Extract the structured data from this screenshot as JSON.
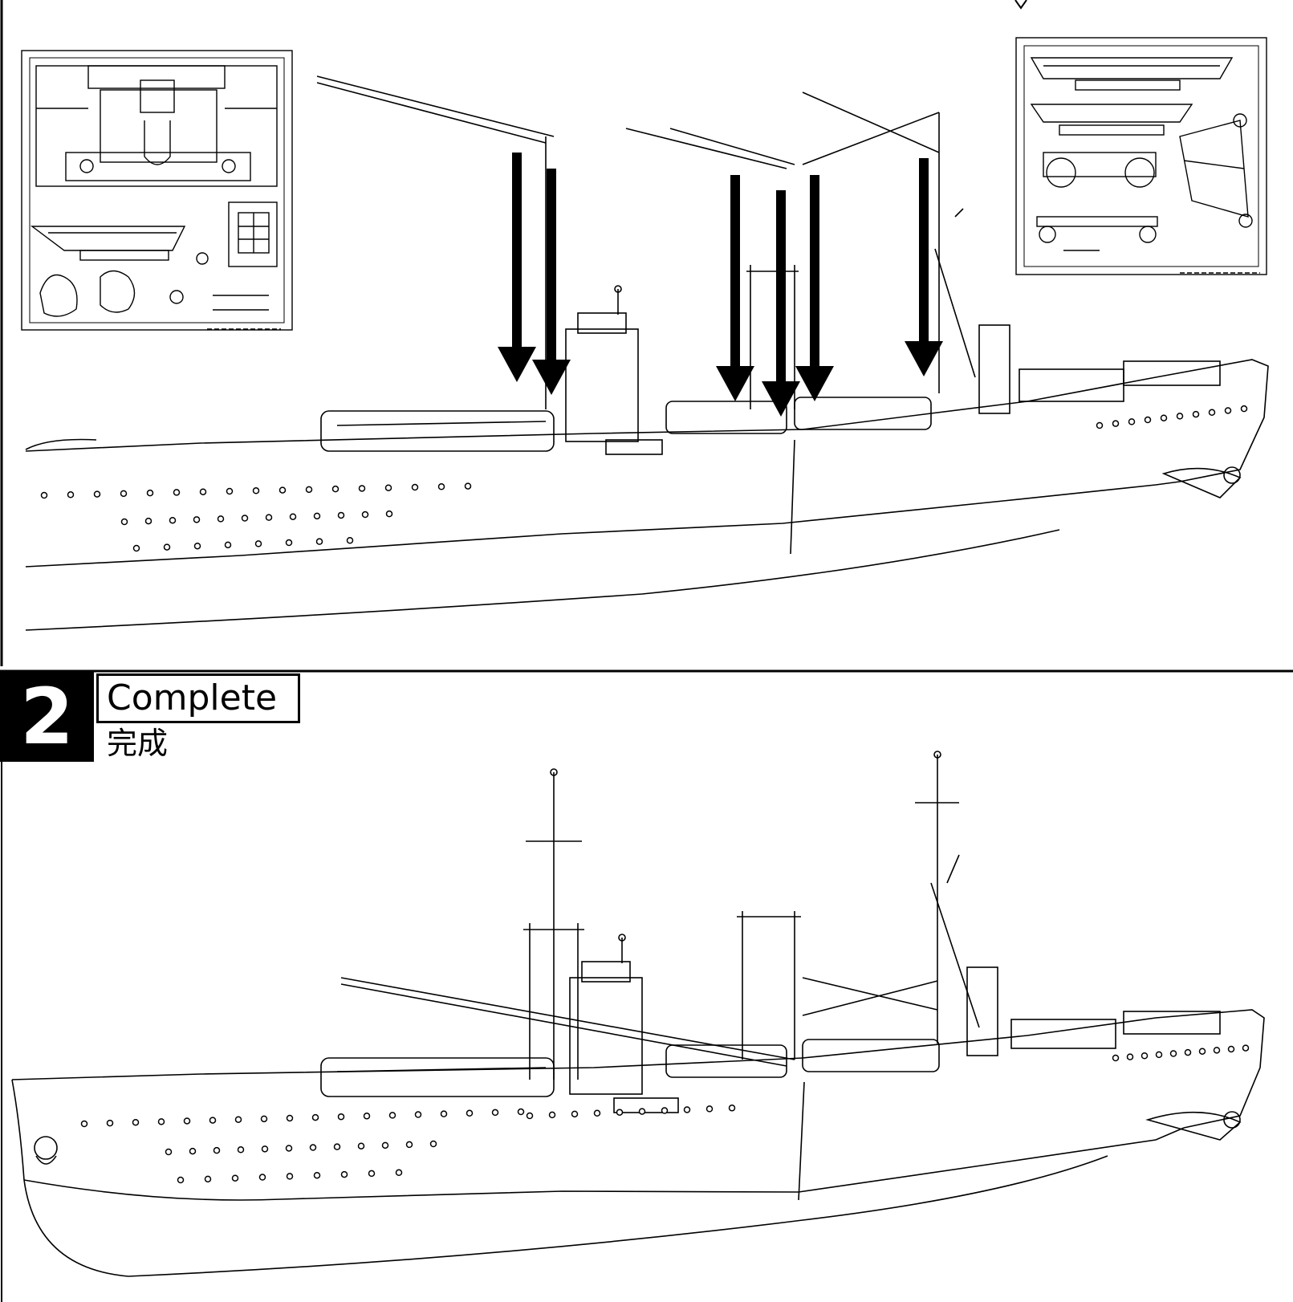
{
  "step": {
    "number": "2",
    "title": "Complete",
    "subtitle": "完成"
  },
  "colors": {
    "ink": "#000000",
    "paper": "#ffffff"
  },
  "illustrations": [
    "upper-assembly-view",
    "sprue-inset-left",
    "sprue-inset-right",
    "placement-arrows",
    "completed-ship-view"
  ]
}
